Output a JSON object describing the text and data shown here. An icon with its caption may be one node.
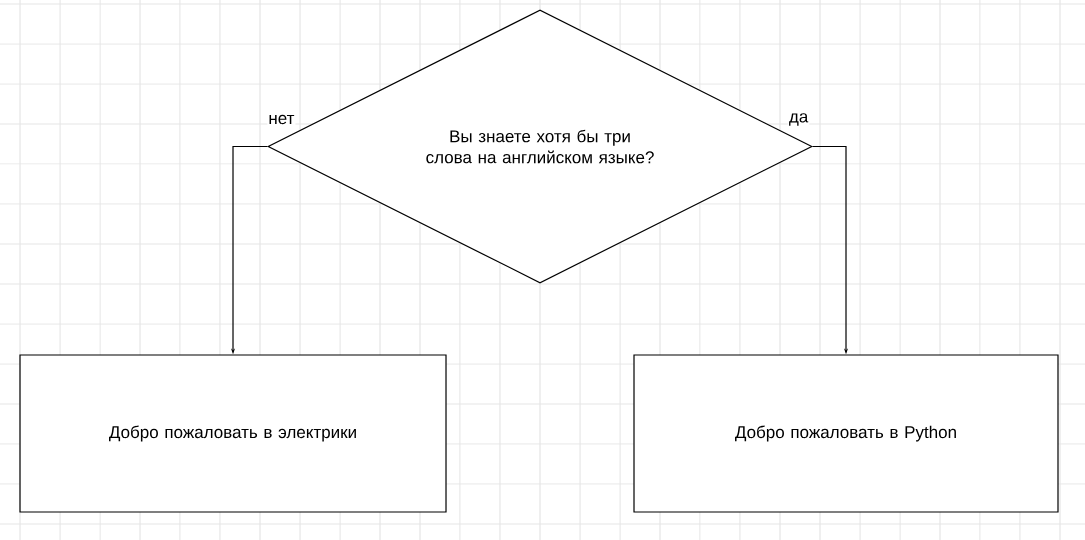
{
  "diagram": {
    "nodes": [
      {
        "text": [
          "Вы знаете хотя бы три слова на английском языке?"
        ]
      },
      {
        "text": [
          "Добро пожаловать в электрики"
        ]
      },
      {
        "text": [
          "Добро пожаловать в Python"
        ]
      }
    ],
    "edges": [
      {
        "from": 0,
        "to": 1,
        "arrow": "to",
        "label": "нет"
      },
      {
        "from": 0,
        "to": 2,
        "arrow": "to",
        "label": "да"
      }
    ]
  }
}
